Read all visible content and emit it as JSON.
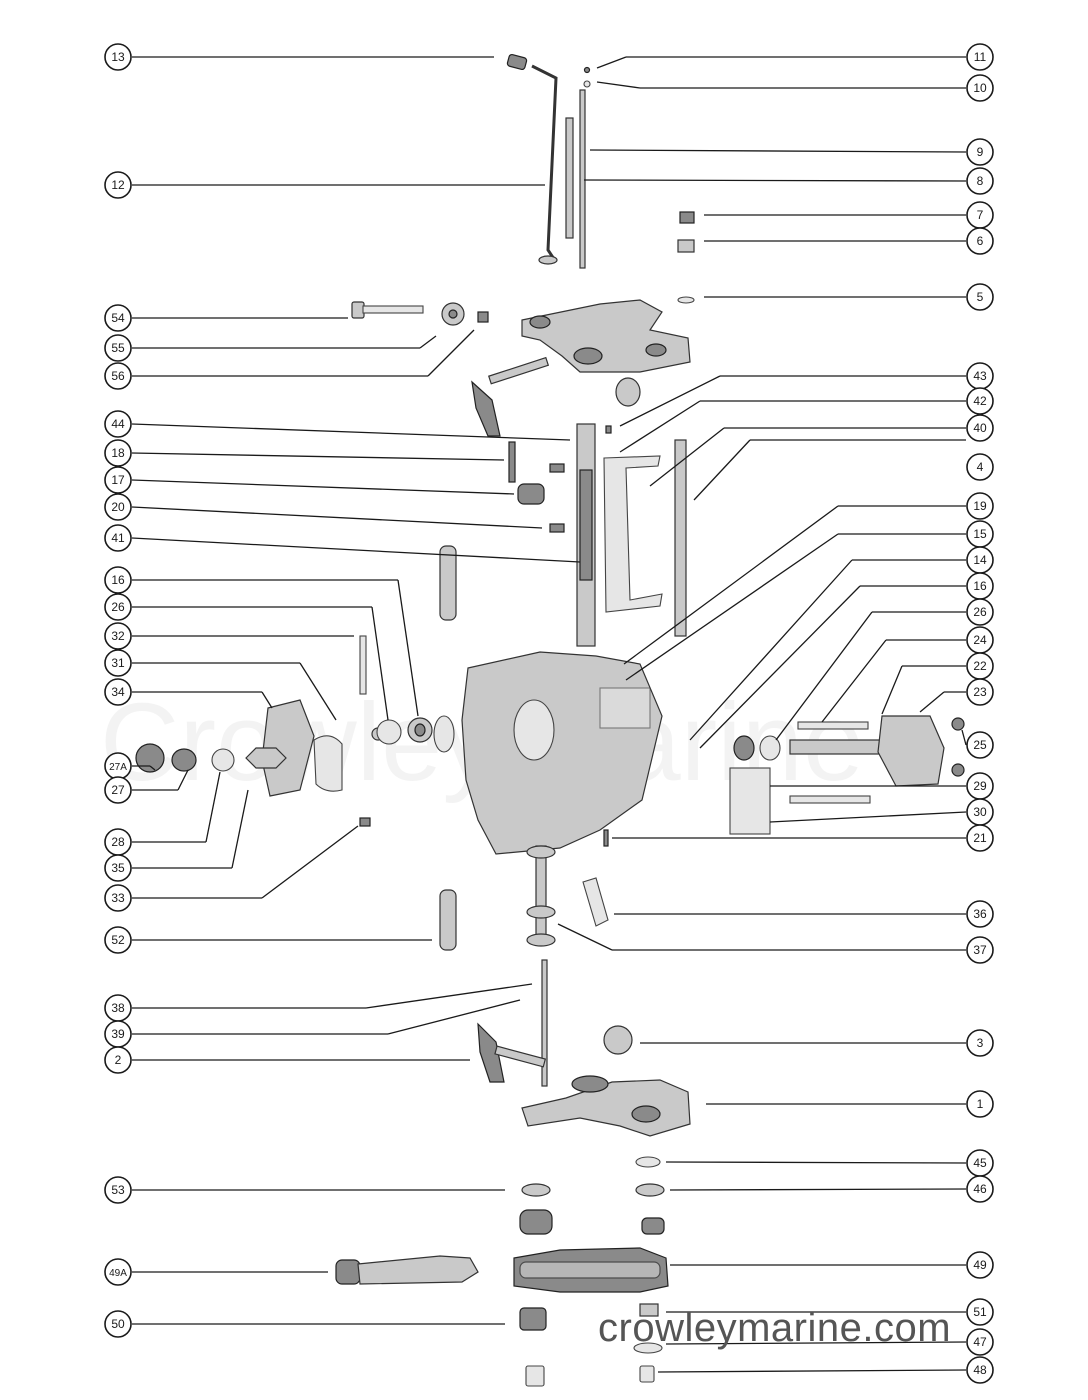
{
  "watermark": {
    "center": "Crowley Marine",
    "corner": "crowleymarine.com"
  },
  "callouts": {
    "left": [
      "13",
      "12",
      "54",
      "55",
      "56",
      "44",
      "18",
      "17",
      "20",
      "41",
      "16",
      "26",
      "32",
      "31",
      "34",
      "27A",
      "27",
      "28",
      "35",
      "33",
      "52",
      "38",
      "39",
      "2",
      "53",
      "49A",
      "50"
    ],
    "right": [
      "11",
      "10",
      "9",
      "8",
      "7",
      "6",
      "5",
      "43",
      "42",
      "40",
      "4",
      "19",
      "15",
      "14",
      "16",
      "26",
      "24",
      "22",
      "23",
      "25",
      "29",
      "30",
      "21",
      "36",
      "37",
      "3",
      "1",
      "45",
      "46",
      "49",
      "51",
      "47",
      "48"
    ]
  }
}
